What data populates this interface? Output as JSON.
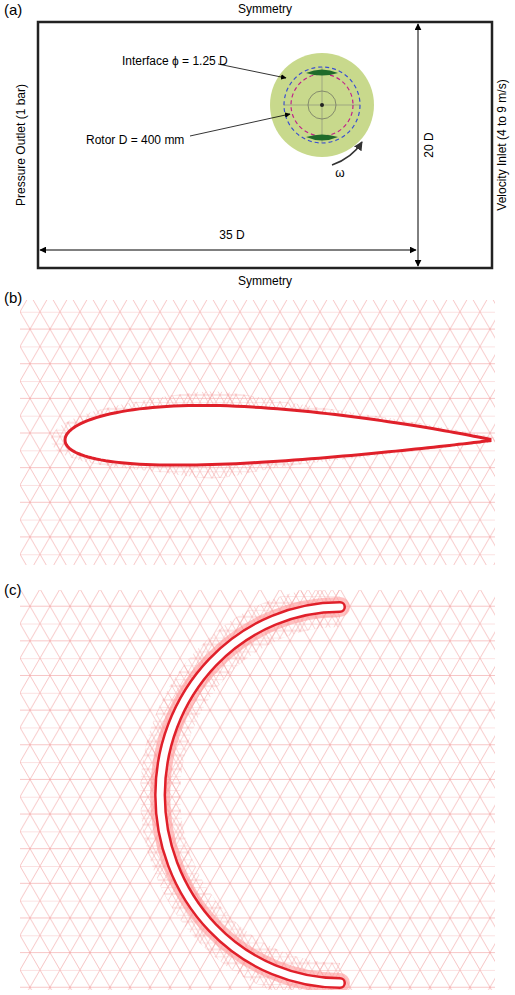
{
  "diagram": {
    "labels": [
      "(a)",
      "Symmetry",
      "Interface ϕ = 1.25 D",
      "Rotor D = 400 mm",
      "20 D",
      "35 D",
      "Pressure Outlet (1 bar)",
      "Velocity Inlet (4 to 9 m/s)",
      "ω",
      "Symmetry",
      "(b)",
      "(c)"
    ]
  }
}
